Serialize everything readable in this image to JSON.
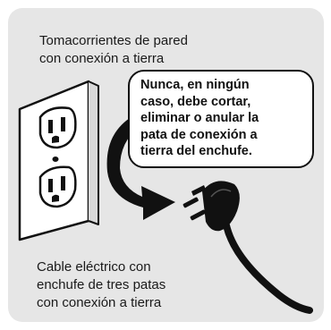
{
  "captions": {
    "outlet_label": "Tomacorrientes de pared\ncon conexión a tierra",
    "warning_text": "Nunca, en ningún\ncaso, debe cortar,\neliminar o anular la\npata de conexión a\ntierra del enchufe.",
    "plug_label": "Cable eléctrico con\nenchufe de tres patas\ncon conexión a tierra"
  },
  "colors": {
    "panel": "#e6e6e6",
    "ink": "#111111",
    "outlet_face": "#ffffff"
  },
  "icons": [
    "wall-outlet-icon",
    "grounded-plug-icon",
    "curved-arrow-icon",
    "power-cord-icon"
  ]
}
